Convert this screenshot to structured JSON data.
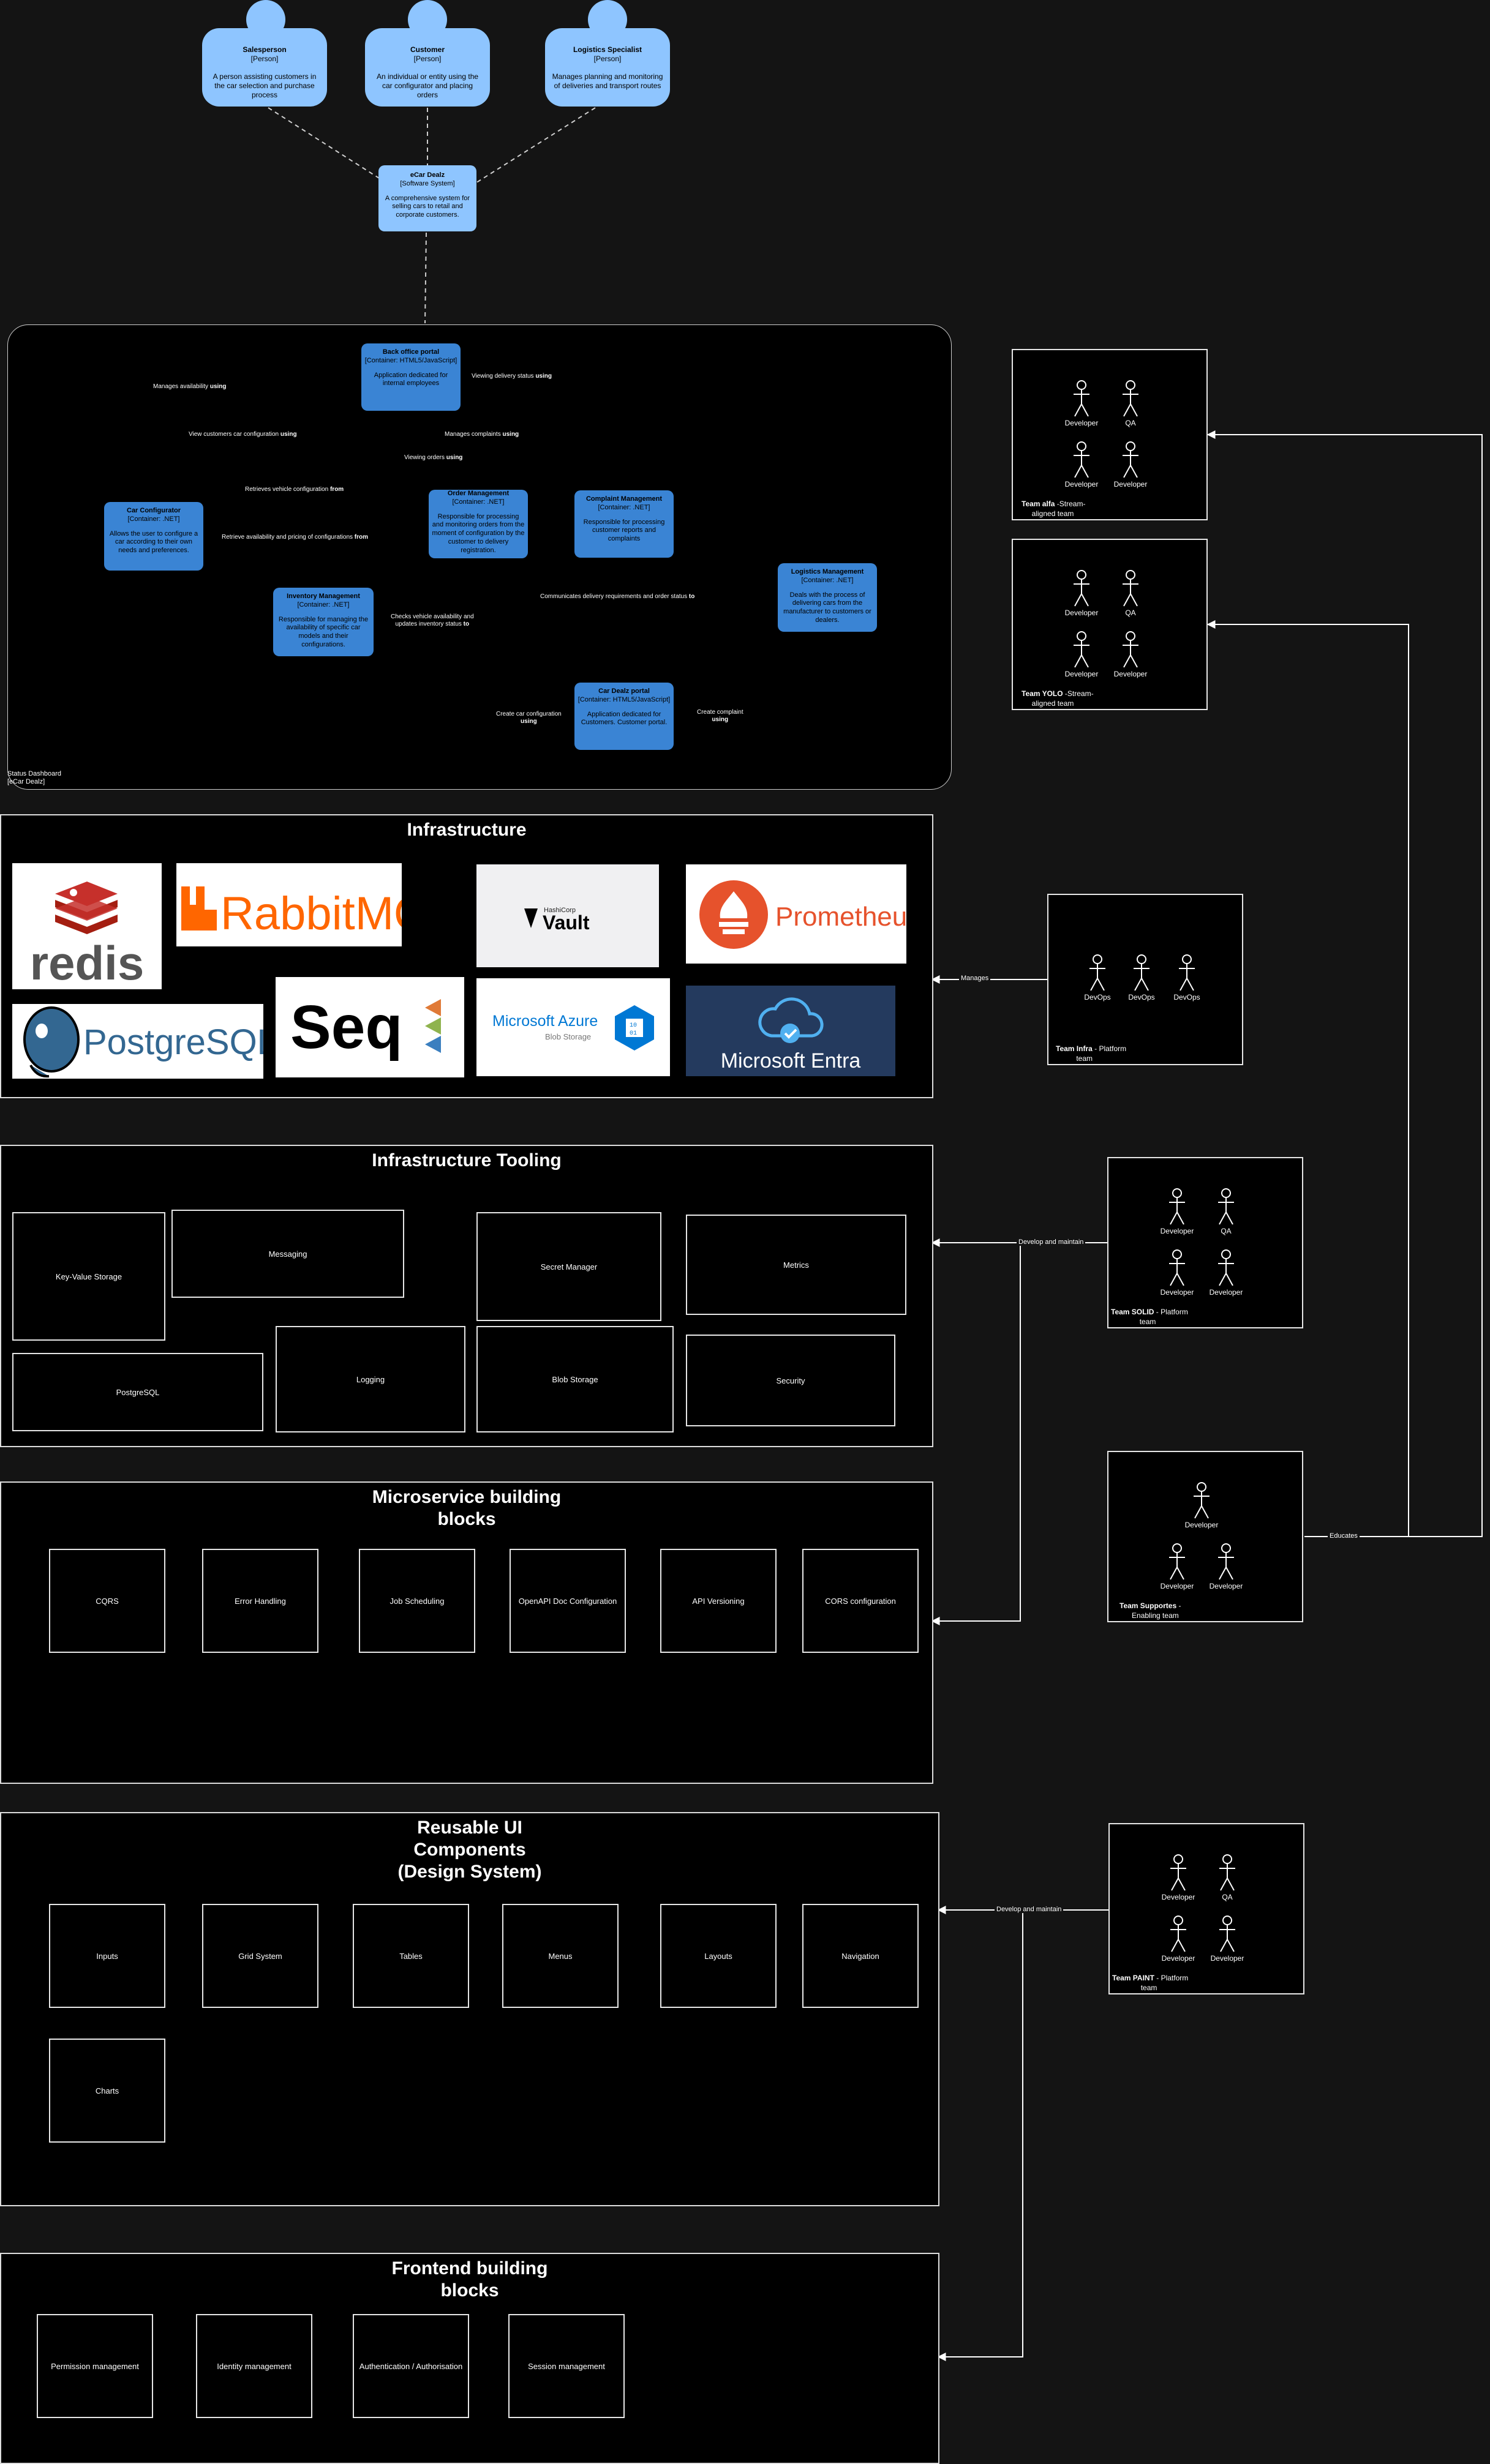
{
  "persons": [
    {
      "title": "Salesperson",
      "type": "[Person]",
      "desc": "A person assisting customers in the car selection and purchase process"
    },
    {
      "title": "Customer",
      "type": "[Person]",
      "desc": "An individual or entity using the car configurator and placing orders"
    },
    {
      "title": "Logistics Specialist",
      "type": "[Person]",
      "desc": "Manages planning and monitoring of deliveries and transport routes"
    }
  ],
  "system": {
    "title": "eCar Dealz",
    "type": "[Software System]",
    "desc": "A comprehensive system for selling cars to retail and corporate customers."
  },
  "boundary": {
    "label": "Status Dashboard\n[eCar Dealz]"
  },
  "containers": {
    "back_office": {
      "title": "Back office portal",
      "type": "[Container: HTML5/JavaScript]",
      "desc": "Application dedicated for internal employees"
    },
    "car_configurator": {
      "title": "Car Configurator",
      "type": "[Container: .NET]",
      "desc": "Allows the user to configure a car according to their own needs and preferences."
    },
    "order_management": {
      "title": "Order Management",
      "type": "[Container: .NET]",
      "desc": "Responsible for processing and monitoring orders from the moment of configuration by the customer to delivery registration."
    },
    "complaint_management": {
      "title": "Complaint Management",
      "type": "[Container: .NET]",
      "desc": "Responsible for processing customer reports and complaints"
    },
    "inventory_management": {
      "title": "Inventory Management",
      "type": "[Container: .NET]",
      "desc": "Responsible for managing the availability of specific car models and their configurations."
    },
    "logistics_management": {
      "title": "Logistics Management",
      "type": "[Container: .NET]",
      "desc": "Deals with the process of delivering cars from the manufacturer to customers or dealers."
    },
    "car_dealz_portal": {
      "title": "Car Dealz portal",
      "type": "[Container: HTML5/JavaScript]",
      "desc": "Application dedicated for Customers. Customer portal."
    }
  },
  "relations": {
    "manages_availability": {
      "text": "Manages availability",
      "using": "using"
    },
    "viewing_delivery": {
      "text": "Viewing delivery status",
      "using": "using"
    },
    "view_customers_config": {
      "text": "View customers car configuration",
      "using": "using"
    },
    "manages_complaints": {
      "text": "Manages complaints",
      "using": "using"
    },
    "viewing_orders": {
      "text": "Viewing orders",
      "using": "using"
    },
    "retrieves_vehicle_config": {
      "text": "Retrieves vehicle configuration",
      "using": "from"
    },
    "retrieve_availability": {
      "text": "Retrieve availability and pricing of configurations",
      "using": "from"
    },
    "communicates_delivery": {
      "text": "Communicates delivery requirements and order status",
      "using": "to"
    },
    "checks_availability_1": {
      "text": "Checks vehicle availability and"
    },
    "checks_availability_2": {
      "text": "updates inventory status",
      "using": "to"
    },
    "create_car_config": {
      "text": "Create car configuration",
      "using": "using"
    },
    "create_complaint": {
      "text": "Create complaint",
      "using": "using"
    }
  },
  "sections": {
    "infrastructure": {
      "title": "Infrastructure"
    },
    "tooling": {
      "title": "Infrastructure Tooling"
    },
    "microservice": {
      "title": "Microservice building\nblocks"
    },
    "ui": {
      "title": "Reusable UI\nComponents\n(Design System)"
    },
    "frontend": {
      "title": "Frontend building\nblocks"
    }
  },
  "logos": {
    "redis": "redis",
    "rabbitmq": "RabbitMQ",
    "vault_small": "HashiCorp",
    "vault": "Vault",
    "prometheus": "Prometheus",
    "postgres": "PostgreSQL",
    "seq": "Seq",
    "azure_1": "Microsoft Azure",
    "azure_2": "Blob Storage",
    "entra": "Microsoft Entra"
  },
  "tooling_blocks": [
    "Key-Value Storage",
    "Messaging",
    "Secret Manager",
    "Metrics",
    "PostgreSQL",
    "Logging",
    "Blob Storage",
    "Security"
  ],
  "microservice_blocks": [
    "CQRS",
    "Error Handling",
    "Job Scheduling",
    "OpenAPI Doc Configuration",
    "API Versioning",
    "CORS configuration"
  ],
  "ui_blocks": [
    "Inputs",
    "Grid System",
    "Tables",
    "Menus",
    "Layouts",
    "Navigation",
    "Charts"
  ],
  "frontend_blocks": [
    "Permission management",
    "Identity management",
    "Authentication / Authorisation",
    "Session management"
  ],
  "teams": {
    "alfa": {
      "name": "Team alfa",
      "type": " -Stream-",
      "type2": "aligned team",
      "actors": [
        "Developer",
        "QA",
        "Developer",
        "Developer"
      ]
    },
    "yolo": {
      "name": "Team YOLO",
      "type": " -Stream-",
      "type2": "aligned team",
      "actors": [
        "Developer",
        "QA",
        "Developer",
        "Developer"
      ]
    },
    "infra": {
      "name": "Team Infra",
      "type": " - Platform",
      "type2": "team",
      "actors": [
        "DevOps",
        "DevOps",
        "DevOps"
      ]
    },
    "solid": {
      "name": "Team SOLID",
      "type": " - Platform",
      "type2": "team",
      "actors": [
        "Developer",
        "QA",
        "Developer",
        "Developer"
      ]
    },
    "supportes": {
      "name": "Team Supportes",
      "type": " -",
      "type2": "Enabling team",
      "actors": [
        "Developer",
        "Developer",
        "Developer"
      ]
    },
    "paint": {
      "name": "Team PAINT",
      "type": " - Platform",
      "type2": "team",
      "actors": [
        "Developer",
        "QA",
        "Developer",
        "Developer"
      ]
    }
  },
  "edges": {
    "manages": "Manages",
    "develop_maintain_1": "Develop and maintain",
    "educates": "Educates",
    "develop_maintain_2": "Develop and maintain"
  }
}
